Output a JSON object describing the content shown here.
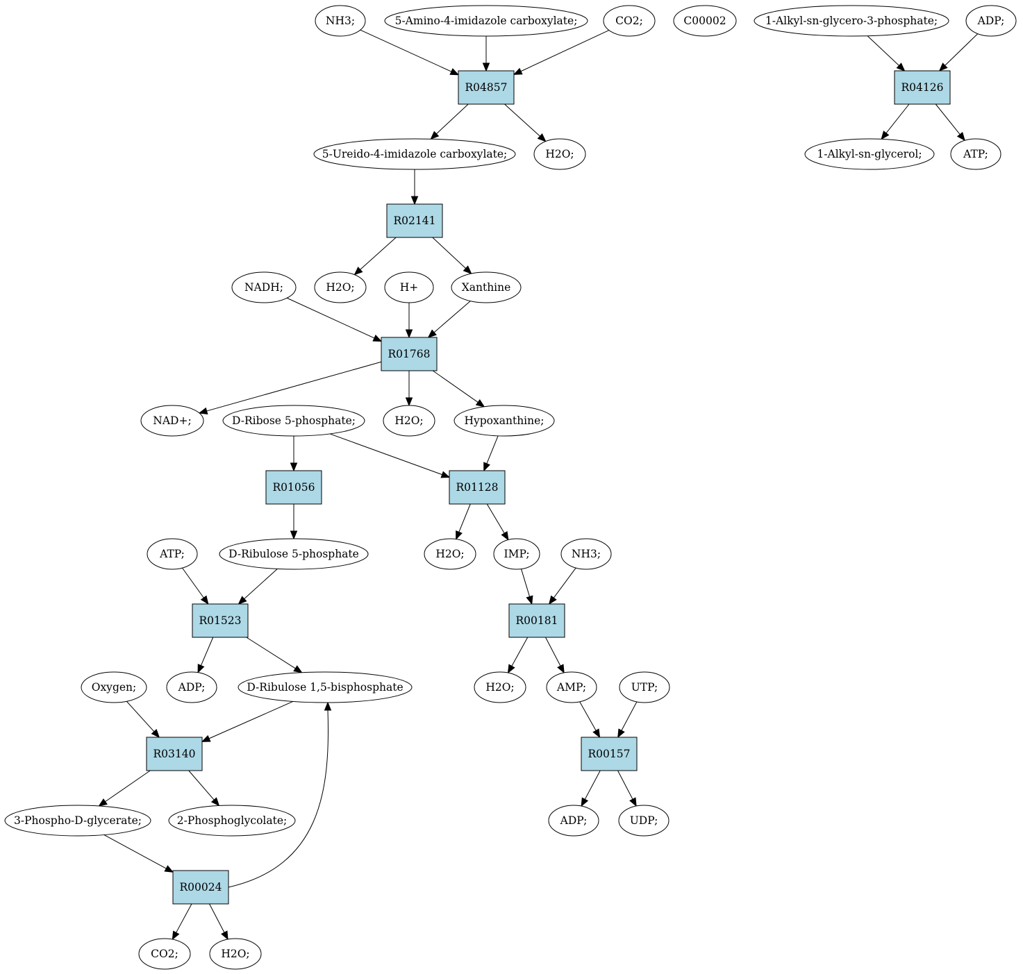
{
  "colors": {
    "reaction_fill": "#add8e6",
    "compound_fill": "#ffffff",
    "highlight_green": "#00ee00",
    "highlight_yellow": "#ffff00",
    "stroke": "#000000"
  },
  "nodes": {
    "nh3_top": {
      "label": "NH3;",
      "kind": "compound"
    },
    "aica": {
      "label": "5-Amino-4-imidazole carboxylate;",
      "kind": "compound"
    },
    "co2_top": {
      "label": "CO2;",
      "kind": "compound"
    },
    "c00002": {
      "label": "C00002",
      "kind": "compound",
      "fill": "#ffff00"
    },
    "alkylg3p": {
      "label": "1-Alkyl-sn-glycero-3-phosphate;",
      "kind": "compound"
    },
    "adp_top": {
      "label": "ADP;",
      "kind": "compound"
    },
    "r04857": {
      "label": "R04857",
      "kind": "reaction"
    },
    "r04126": {
      "label": "R04126",
      "kind": "reaction"
    },
    "ureido": {
      "label": "5-Ureido-4-imidazole carboxylate;",
      "kind": "compound"
    },
    "h2o_a": {
      "label": "H2O;",
      "kind": "compound"
    },
    "alkylglycerol": {
      "label": "1-Alkyl-sn-glycerol;",
      "kind": "compound"
    },
    "atp_top": {
      "label": "ATP;",
      "kind": "compound"
    },
    "r02141": {
      "label": "R02141",
      "kind": "reaction"
    },
    "nadh": {
      "label": "NADH;",
      "kind": "compound"
    },
    "h2o_b": {
      "label": "H2O;",
      "kind": "compound"
    },
    "hplus": {
      "label": "H+",
      "kind": "compound"
    },
    "xanthine": {
      "label": "Xanthine",
      "kind": "compound"
    },
    "r01768": {
      "label": "R01768",
      "kind": "reaction"
    },
    "nadplus": {
      "label": "NAD+;",
      "kind": "compound"
    },
    "ribose5p": {
      "label": "D-Ribose 5-phosphate;",
      "kind": "compound",
      "fill": "#00ee00"
    },
    "h2o_c": {
      "label": "H2O;",
      "kind": "compound"
    },
    "hypoxanthine": {
      "label": "Hypoxanthine;",
      "kind": "compound"
    },
    "r01056": {
      "label": "R01056",
      "kind": "reaction"
    },
    "r01128": {
      "label": "R01128",
      "kind": "reaction"
    },
    "atp_mid": {
      "label": "ATP;",
      "kind": "compound"
    },
    "ribulose5p": {
      "label": "D-Ribulose 5-phosphate",
      "kind": "compound"
    },
    "h2o_d": {
      "label": "H2O;",
      "kind": "compound"
    },
    "imp": {
      "label": "IMP;",
      "kind": "compound"
    },
    "nh3_mid": {
      "label": "NH3;",
      "kind": "compound"
    },
    "r01523": {
      "label": "R01523",
      "kind": "reaction"
    },
    "r00181": {
      "label": "R00181",
      "kind": "reaction"
    },
    "oxygen": {
      "label": "Oxygen;",
      "kind": "compound"
    },
    "adp_mid": {
      "label": "ADP;",
      "kind": "compound"
    },
    "rubp": {
      "label": "D-Ribulose 1,5-bisphosphate",
      "kind": "compound"
    },
    "h2o_e": {
      "label": "H2O;",
      "kind": "compound"
    },
    "amp": {
      "label": "AMP;",
      "kind": "compound"
    },
    "utp": {
      "label": "UTP;",
      "kind": "compound"
    },
    "r03140": {
      "label": "R03140",
      "kind": "reaction"
    },
    "r00157": {
      "label": "R00157",
      "kind": "reaction"
    },
    "pga3": {
      "label": "3-Phospho-D-glycerate;",
      "kind": "compound"
    },
    "pgly2": {
      "label": "2-Phosphoglycolate;",
      "kind": "compound"
    },
    "adp_low": {
      "label": "ADP;",
      "kind": "compound"
    },
    "udp": {
      "label": "UDP;",
      "kind": "compound"
    },
    "r00024": {
      "label": "R00024",
      "kind": "reaction"
    },
    "co2_bot": {
      "label": "CO2;",
      "kind": "compound"
    },
    "h2o_f": {
      "label": "H2O;",
      "kind": "compound"
    }
  },
  "edges": [
    {
      "from": "nh3_top",
      "to": "r04857"
    },
    {
      "from": "aica",
      "to": "r04857"
    },
    {
      "from": "co2_top",
      "to": "r04857"
    },
    {
      "from": "r04857",
      "to": "ureido"
    },
    {
      "from": "r04857",
      "to": "h2o_a"
    },
    {
      "from": "alkylg3p",
      "to": "r04126"
    },
    {
      "from": "adp_top",
      "to": "r04126"
    },
    {
      "from": "r04126",
      "to": "alkylglycerol"
    },
    {
      "from": "r04126",
      "to": "atp_top"
    },
    {
      "from": "ureido",
      "to": "r02141"
    },
    {
      "from": "r02141",
      "to": "h2o_b"
    },
    {
      "from": "r02141",
      "to": "xanthine"
    },
    {
      "from": "nadh",
      "to": "r01768"
    },
    {
      "from": "hplus",
      "to": "r01768"
    },
    {
      "from": "xanthine",
      "to": "r01768"
    },
    {
      "from": "r01768",
      "to": "nadplus"
    },
    {
      "from": "r01768",
      "to": "h2o_c"
    },
    {
      "from": "r01768",
      "to": "hypoxanthine"
    },
    {
      "from": "ribose5p",
      "to": "r01056"
    },
    {
      "from": "ribose5p",
      "to": "r01128"
    },
    {
      "from": "hypoxanthine",
      "to": "r01128"
    },
    {
      "from": "r01056",
      "to": "ribulose5p"
    },
    {
      "from": "r01128",
      "to": "h2o_d"
    },
    {
      "from": "r01128",
      "to": "imp"
    },
    {
      "from": "atp_mid",
      "to": "r01523"
    },
    {
      "from": "ribulose5p",
      "to": "r01523"
    },
    {
      "from": "imp",
      "to": "r00181"
    },
    {
      "from": "nh3_mid",
      "to": "r00181"
    },
    {
      "from": "r01523",
      "to": "adp_mid"
    },
    {
      "from": "r01523",
      "to": "rubp"
    },
    {
      "from": "r00181",
      "to": "h2o_e"
    },
    {
      "from": "r00181",
      "to": "amp"
    },
    {
      "from": "oxygen",
      "to": "r03140"
    },
    {
      "from": "rubp",
      "to": "r03140"
    },
    {
      "from": "amp",
      "to": "r00157"
    },
    {
      "from": "utp",
      "to": "r00157"
    },
    {
      "from": "r03140",
      "to": "pga3"
    },
    {
      "from": "r03140",
      "to": "pgly2"
    },
    {
      "from": "r00157",
      "to": "adp_low"
    },
    {
      "from": "r00157",
      "to": "udp"
    },
    {
      "from": "pga3",
      "to": "r00024"
    },
    {
      "from": "r00024",
      "to": "rubp",
      "curve": true
    },
    {
      "from": "r00024",
      "to": "co2_bot"
    },
    {
      "from": "r00024",
      "to": "h2o_f"
    }
  ]
}
